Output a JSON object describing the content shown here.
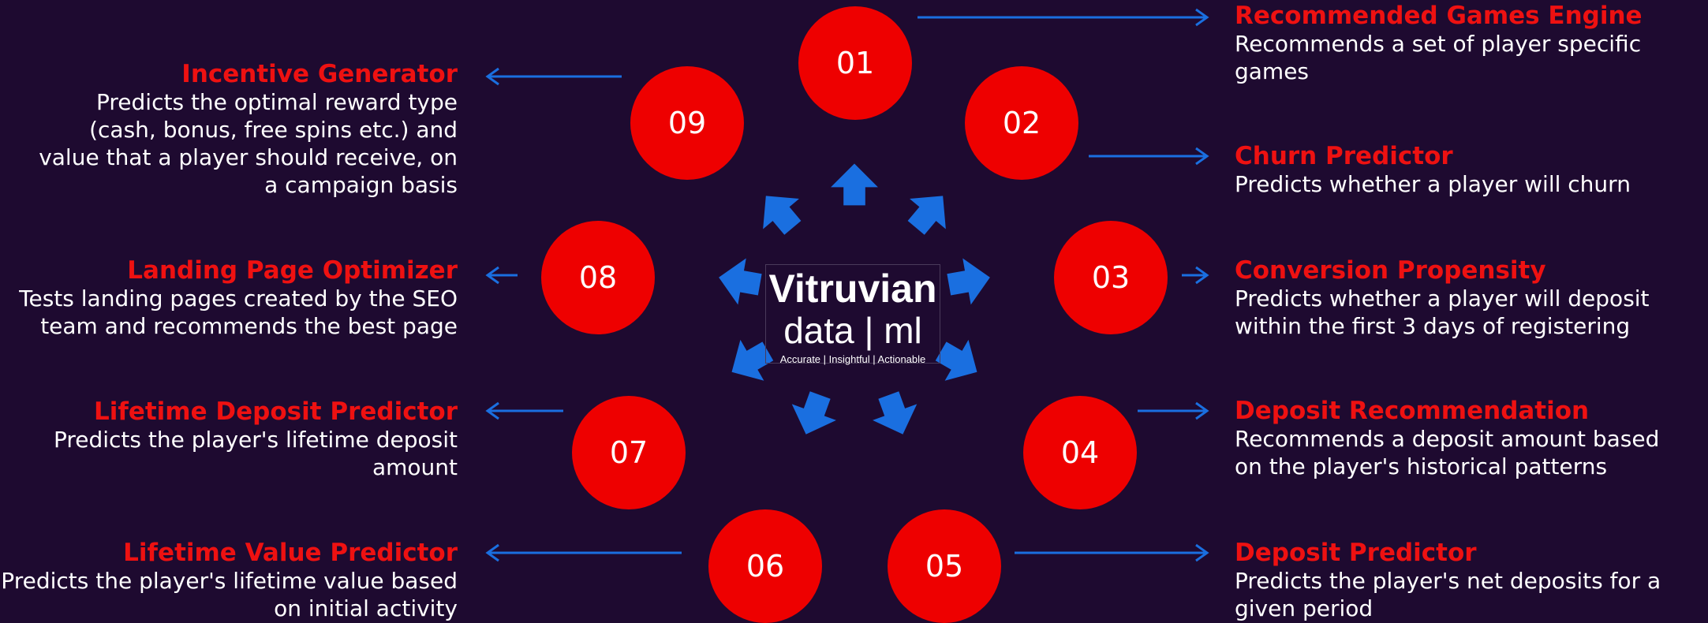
{
  "logo": {
    "brand": "Vitruvian",
    "sub": "data | ml",
    "tagline": "Accurate | Insightful | Actionable"
  },
  "colors": {
    "background": "#1e0a30",
    "circle": "#ee0000",
    "title": "#ee1111",
    "arrow": "#1a6fe0",
    "text": "#ffffff"
  },
  "nodes": [
    {
      "number": "01",
      "title": "Recommended Games Engine",
      "desc": "Recommends a set of player specific games"
    },
    {
      "number": "02",
      "title": "Churn Predictor",
      "desc": "Predicts whether a player will churn"
    },
    {
      "number": "03",
      "title": "Conversion Propensity",
      "desc": "Predicts whether a player will deposit within the first 3 days of registering"
    },
    {
      "number": "04",
      "title": "Deposit Recommendation",
      "desc": "Recommends a deposit amount based on the player's historical patterns"
    },
    {
      "number": "05",
      "title": "Deposit Predictor",
      "desc": "Predicts the player's net deposits for a given period"
    },
    {
      "number": "06",
      "title": "Lifetime Value Predictor",
      "desc": "Predicts the player's lifetime value based on initial activity"
    },
    {
      "number": "07",
      "title": "Lifetime Deposit Predictor",
      "desc": "Predicts the player's lifetime deposit amount"
    },
    {
      "number": "08",
      "title": "Landing Page Optimizer",
      "desc": "Tests landing pages created by the SEO team and recommends the best page"
    },
    {
      "number": "09",
      "title": "Incentive Generator",
      "desc": "Predicts the optimal reward type (cash, bonus, free spins etc.) and value that a player should receive, on a campaign basis"
    }
  ]
}
